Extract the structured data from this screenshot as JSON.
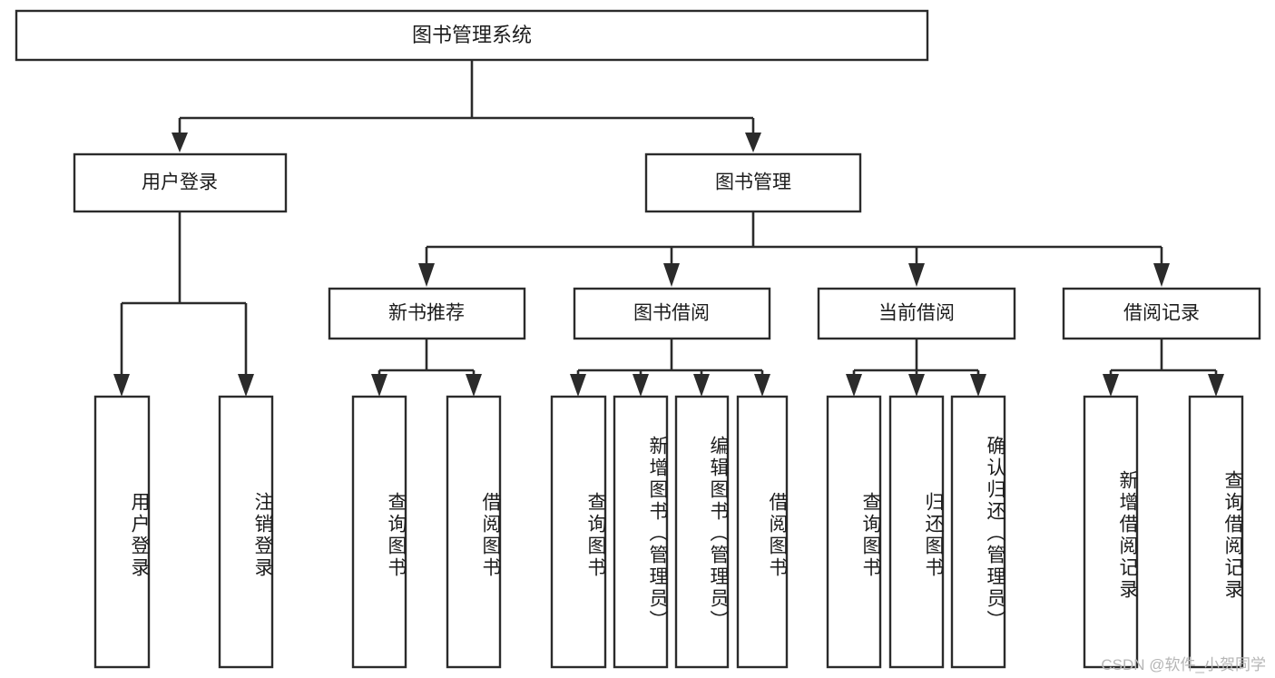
{
  "diagram": {
    "type": "tree-hierarchy-chart",
    "title": "图书管理系统",
    "watermark": "CSDN @软件_小贺同学",
    "stroke_color": "#2b2b2b",
    "box_fill": "#ffffff",
    "text_color": "#1c1c1c",
    "watermark_color": "#b6b6b6",
    "levels": [
      {
        "level": 1,
        "nodes": [
          {
            "id": "root",
            "label": "图书管理系统",
            "orientation": "horizontal"
          }
        ]
      },
      {
        "level": 2,
        "nodes": [
          {
            "id": "user-login",
            "label": "用户登录",
            "orientation": "horizontal",
            "parent": "root"
          },
          {
            "id": "book-manage",
            "label": "图书管理",
            "orientation": "horizontal",
            "parent": "root"
          }
        ]
      },
      {
        "level": 3,
        "nodes": [
          {
            "id": "new-book-rec",
            "label": "新书推荐",
            "orientation": "horizontal",
            "parent": "book-manage"
          },
          {
            "id": "book-borrow",
            "label": "图书借阅",
            "orientation": "horizontal",
            "parent": "book-manage"
          },
          {
            "id": "current-borrow",
            "label": "当前借阅",
            "orientation": "horizontal",
            "parent": "book-manage"
          },
          {
            "id": "borrow-record",
            "label": "借阅记录",
            "orientation": "horizontal",
            "parent": "book-manage"
          }
        ]
      },
      {
        "level": 4,
        "nodes": [
          {
            "id": "leaf-user-login",
            "label": "用户登录",
            "orientation": "vertical",
            "parent": "user-login"
          },
          {
            "id": "leaf-logout",
            "label": "注销登录",
            "orientation": "vertical",
            "parent": "user-login"
          },
          {
            "id": "leaf-query-book-1",
            "label": "查询图书",
            "orientation": "vertical",
            "parent": "new-book-rec"
          },
          {
            "id": "leaf-borrow-book-1",
            "label": "借阅图书",
            "orientation": "vertical",
            "parent": "new-book-rec"
          },
          {
            "id": "leaf-query-book-2",
            "label": "查询图书",
            "orientation": "vertical",
            "parent": "book-borrow"
          },
          {
            "id": "leaf-add-book",
            "label": "新增图书（管理员）",
            "orientation": "vertical",
            "parent": "book-borrow"
          },
          {
            "id": "leaf-edit-book",
            "label": "编辑图书（管理员）",
            "orientation": "vertical",
            "parent": "book-borrow"
          },
          {
            "id": "leaf-borrow-book-2",
            "label": "借阅图书",
            "orientation": "vertical",
            "parent": "book-borrow"
          },
          {
            "id": "leaf-query-book-3",
            "label": "查询图书",
            "orientation": "vertical",
            "parent": "current-borrow"
          },
          {
            "id": "leaf-return-book",
            "label": "归还图书",
            "orientation": "vertical",
            "parent": "current-borrow"
          },
          {
            "id": "leaf-confirm-return",
            "label": "确认归还（管理员）",
            "orientation": "vertical",
            "parent": "current-borrow"
          },
          {
            "id": "leaf-add-record",
            "label": "新增借阅记录",
            "orientation": "vertical",
            "parent": "borrow-record"
          },
          {
            "id": "leaf-query-record",
            "label": "查询借阅记录",
            "orientation": "vertical",
            "parent": "borrow-record"
          }
        ]
      }
    ]
  }
}
